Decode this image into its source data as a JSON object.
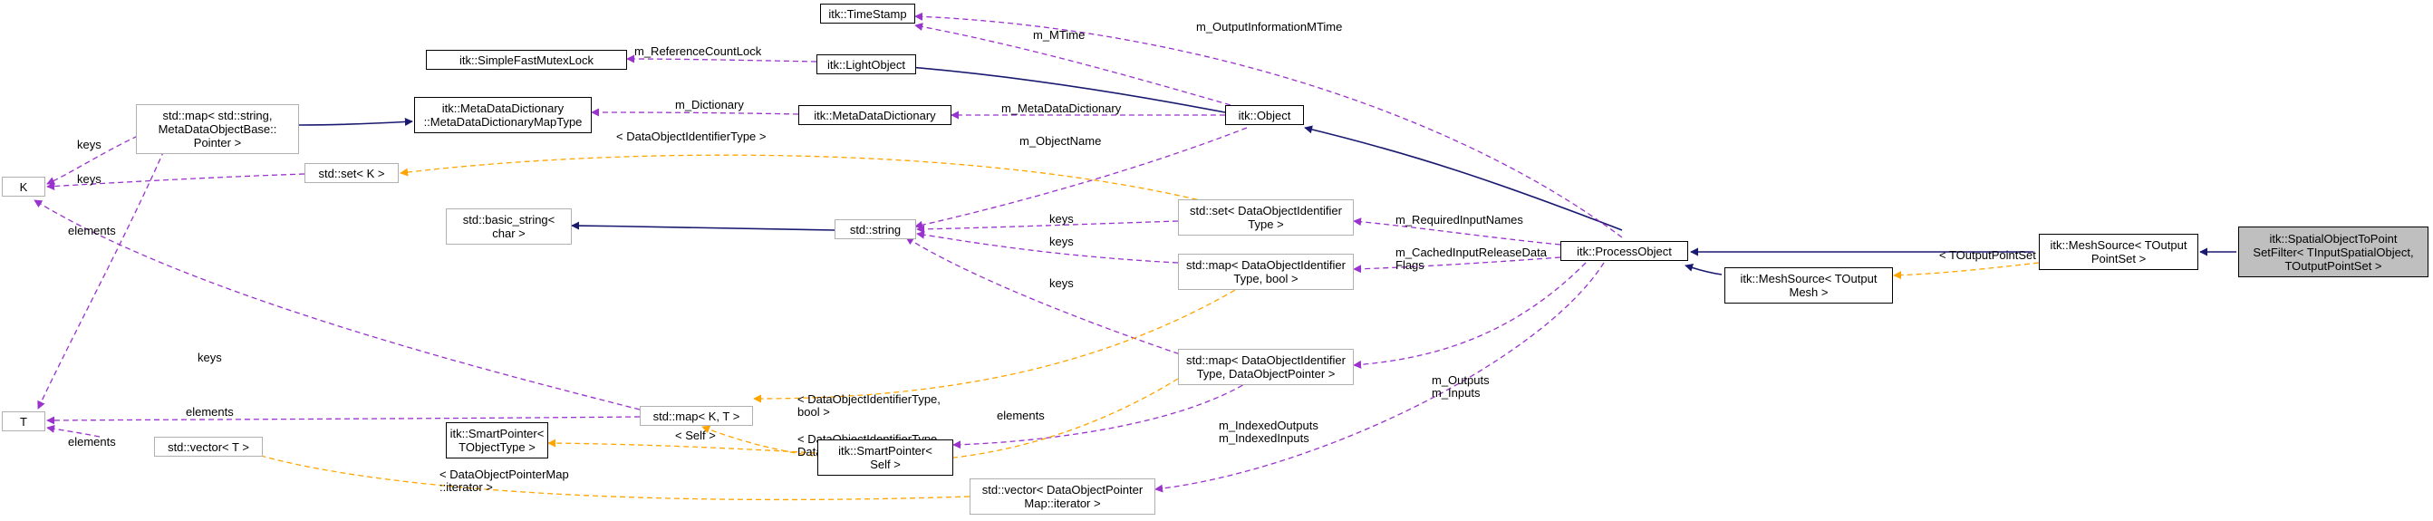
{
  "colors": {
    "inherit": "#191970",
    "member": "#9a32cd",
    "template": "#ffa500",
    "highlight_fill": "#bfbfbf"
  },
  "nodes": {
    "timestamp": "itk::TimeStamp",
    "simple_fast_mutex_lock": "itk::SimpleFastMutexLock",
    "light_object": "itk::LightObject",
    "meta_data_dictionary_map_type": "itk::MetaDataDictionary\n::MetaDataDictionaryMapType",
    "meta_data_dictionary": "itk::MetaDataDictionary",
    "object": "itk::Object",
    "std_map_metadata": "std::map< std::string,\nMetaDataObjectBase::\nPointer >",
    "k": "K",
    "std_set_k": "std::set< K >",
    "std_basic_string": "std::basic_string<\nchar >",
    "std_string": "std::string",
    "std_set_data_object_identifier": "std::set< DataObjectIdentifier\nType >",
    "std_map_data_object_identifier_bool": "std::map< DataObjectIdentifier\nType, bool >",
    "process_object": "itk::ProcessObject",
    "mesh_source_toutput_mesh": "itk::MeshSource< TOutput\nMesh >",
    "mesh_source_toutput_point_set": "itk::MeshSource< TOutput\nPointSet >",
    "spatial_object_to_point_set_filter": "itk::SpatialObjectToPoint\nSetFilter< TInputSpatialObject,\nTOutputPointSet >",
    "t": "T",
    "std_map_k_t": "std::map< K, T >",
    "std_map_data_object_identifier_pointer": "std::map< DataObjectIdentifier\nType, DataObjectPointer >",
    "smart_pointer_tobject_type": "itk::SmartPointer<\nTObjectType >",
    "smart_pointer_self": "itk::SmartPointer<\nSelf >",
    "std_vector_t": "std::vector< T >",
    "std_vector_data_object_pointer_map": "std::vector< DataObjectPointer\nMap::iterator >"
  },
  "edge_labels": {
    "m_output_information_mtime": "m_OutputInformationMTime",
    "m_mtime": "m_MTime",
    "m_reference_count_lock": "m_ReferenceCountLock",
    "m_dictionary": "m_Dictionary",
    "m_meta_data_dictionary": "m_MetaDataDictionary",
    "keys_map_k": "keys",
    "data_object_identifier_type": "< DataObjectIdentifierType >",
    "m_object_name": "m_ObjectName",
    "keys_set_k": "keys",
    "elements_map_t": "elements",
    "keys_set_string": "keys",
    "keys_map_bool_string": "keys",
    "keys_map_pointer_string": "keys",
    "m_required_input_names": "m_RequiredInputNames",
    "m_cached_input_release_data_flags": "m_CachedInputReleaseData\nFlags",
    "toutput_point_set": "< TOutputPointSet >",
    "keys_map_kt": "keys",
    "elements_map_kt": "elements",
    "data_object_identifier_type_bool": "< DataObjectIdentifierType,\nbool >",
    "m_outputs_m_inputs": "m_Outputs\nm_Inputs",
    "data_object_identifier_type_pointer": "< DataObjectIdentifierType,\nDataObjectPointer >",
    "elements_vector_t": "elements",
    "self": "< Self >",
    "elements_smart_pointer": "elements",
    "m_indexed_outputs_inputs": "m_IndexedOutputs\nm_IndexedInputs",
    "data_object_pointer_map_iterator": "< DataObjectPointerMap\n::iterator >"
  }
}
